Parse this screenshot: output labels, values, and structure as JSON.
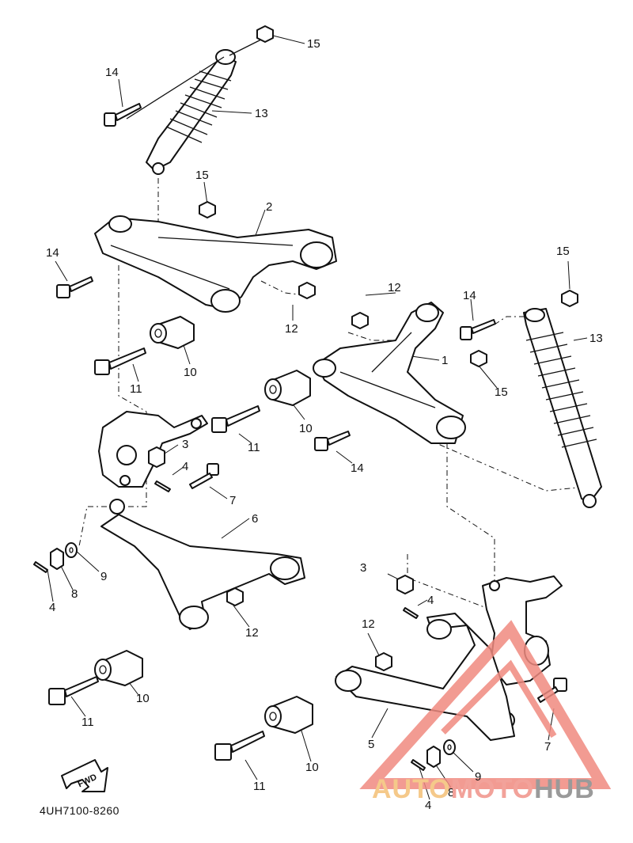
{
  "diagram": {
    "reference_code": "4UH7100-8260",
    "fwd_label": "FWD",
    "callouts": {
      "c15a": "15",
      "c14a": "14",
      "c13a": "13",
      "c15b": "15",
      "c2": "2",
      "c14b": "14",
      "c12a": "12",
      "c10a": "10",
      "c11a": "11",
      "c12b": "12",
      "c1": "1",
      "c14c": "14",
      "c15c": "15",
      "c15d": "15",
      "c13b": "13",
      "c10b": "10",
      "c11b": "11",
      "c14d": "14",
      "c3a": "3",
      "c4a": "4",
      "c7a": "7",
      "c6": "6",
      "c9a": "9",
      "c8a": "8",
      "c4b": "4",
      "c12c": "12",
      "c10c": "10",
      "c11c": "11",
      "c3b": "3",
      "c4c": "4",
      "c12d": "12",
      "c5": "5",
      "c10d": "10",
      "c11d": "11",
      "c7b": "7",
      "c9b": "9",
      "c8b": "8",
      "c4d": "4"
    }
  },
  "watermark": {
    "part1": "AUTO",
    "part2": "MOTO",
    "part3": "HUB",
    "colors": {
      "auto": "#f5c98a",
      "moto": "#f2a29a",
      "hub": "#9a9a9a",
      "triangle": "#f08a80"
    }
  }
}
